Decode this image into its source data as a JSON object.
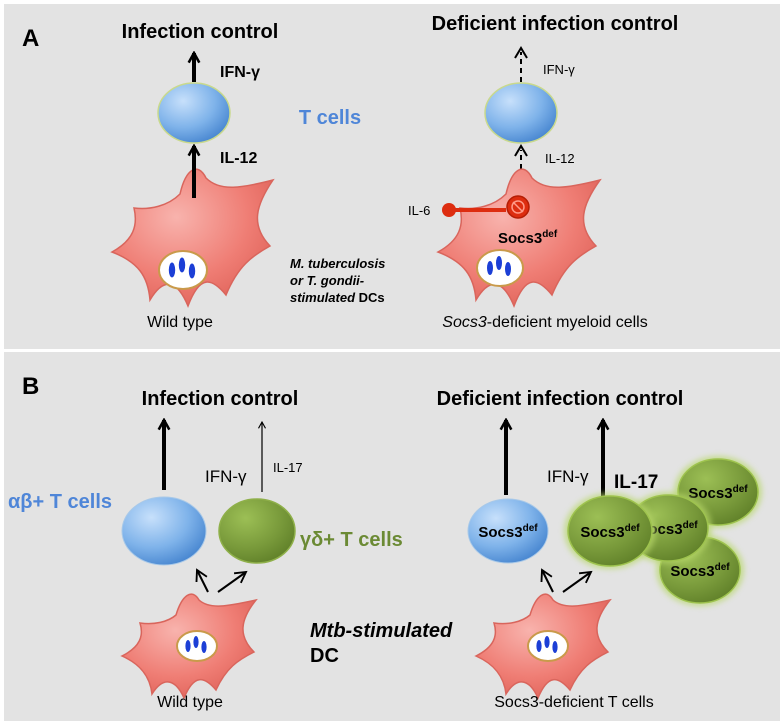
{
  "panel_a": {
    "label": "A",
    "left": {
      "title": "Infection control",
      "ifn_label": "IFN-γ",
      "il12_label": "IL-12",
      "caption": "Wild type",
      "dc_note": {
        "line1": "M. tuberculosis",
        "line2": "or T. gondii-",
        "line3_italic": "stimulated",
        "line3_rest": " DCs"
      }
    },
    "center_label": "T cells",
    "right": {
      "title": "Deficient infection control",
      "ifn_label": "IFN-γ",
      "il12_label": "IL-12",
      "il6_label": "IL-6",
      "socs_base": "Socs3",
      "socs_sup": "def",
      "caption_italic": "Socs3",
      "caption_rest": "-deficient myeloid cells"
    }
  },
  "panel_b": {
    "label": "B",
    "left": {
      "title": "Infection control",
      "ifn_label": "IFN-γ",
      "il17_label": "IL-17",
      "ab_label": "αβ+ T cells",
      "gd_label": "γδ+ T cells",
      "dc_line1": "Mtb-stimulated",
      "dc_line2": "DC",
      "caption": "Wild type"
    },
    "right": {
      "title": "Deficient infection control",
      "ifn_label": "IFN-γ",
      "il17_label": "IL-17",
      "socs_base": "Socs3",
      "socs_sup": "def",
      "caption": "Socs3-deficient T cells"
    }
  },
  "colors": {
    "panel_bg": "#e3e3e3",
    "t_cell_blue": "#6ea6e0",
    "gd_green": "#7a9a38",
    "dc_salmon": "#ee7a72",
    "inhibit_red": "#dd2d10",
    "label_blue": "#4f86d8",
    "label_green": "#6b8a34"
  }
}
